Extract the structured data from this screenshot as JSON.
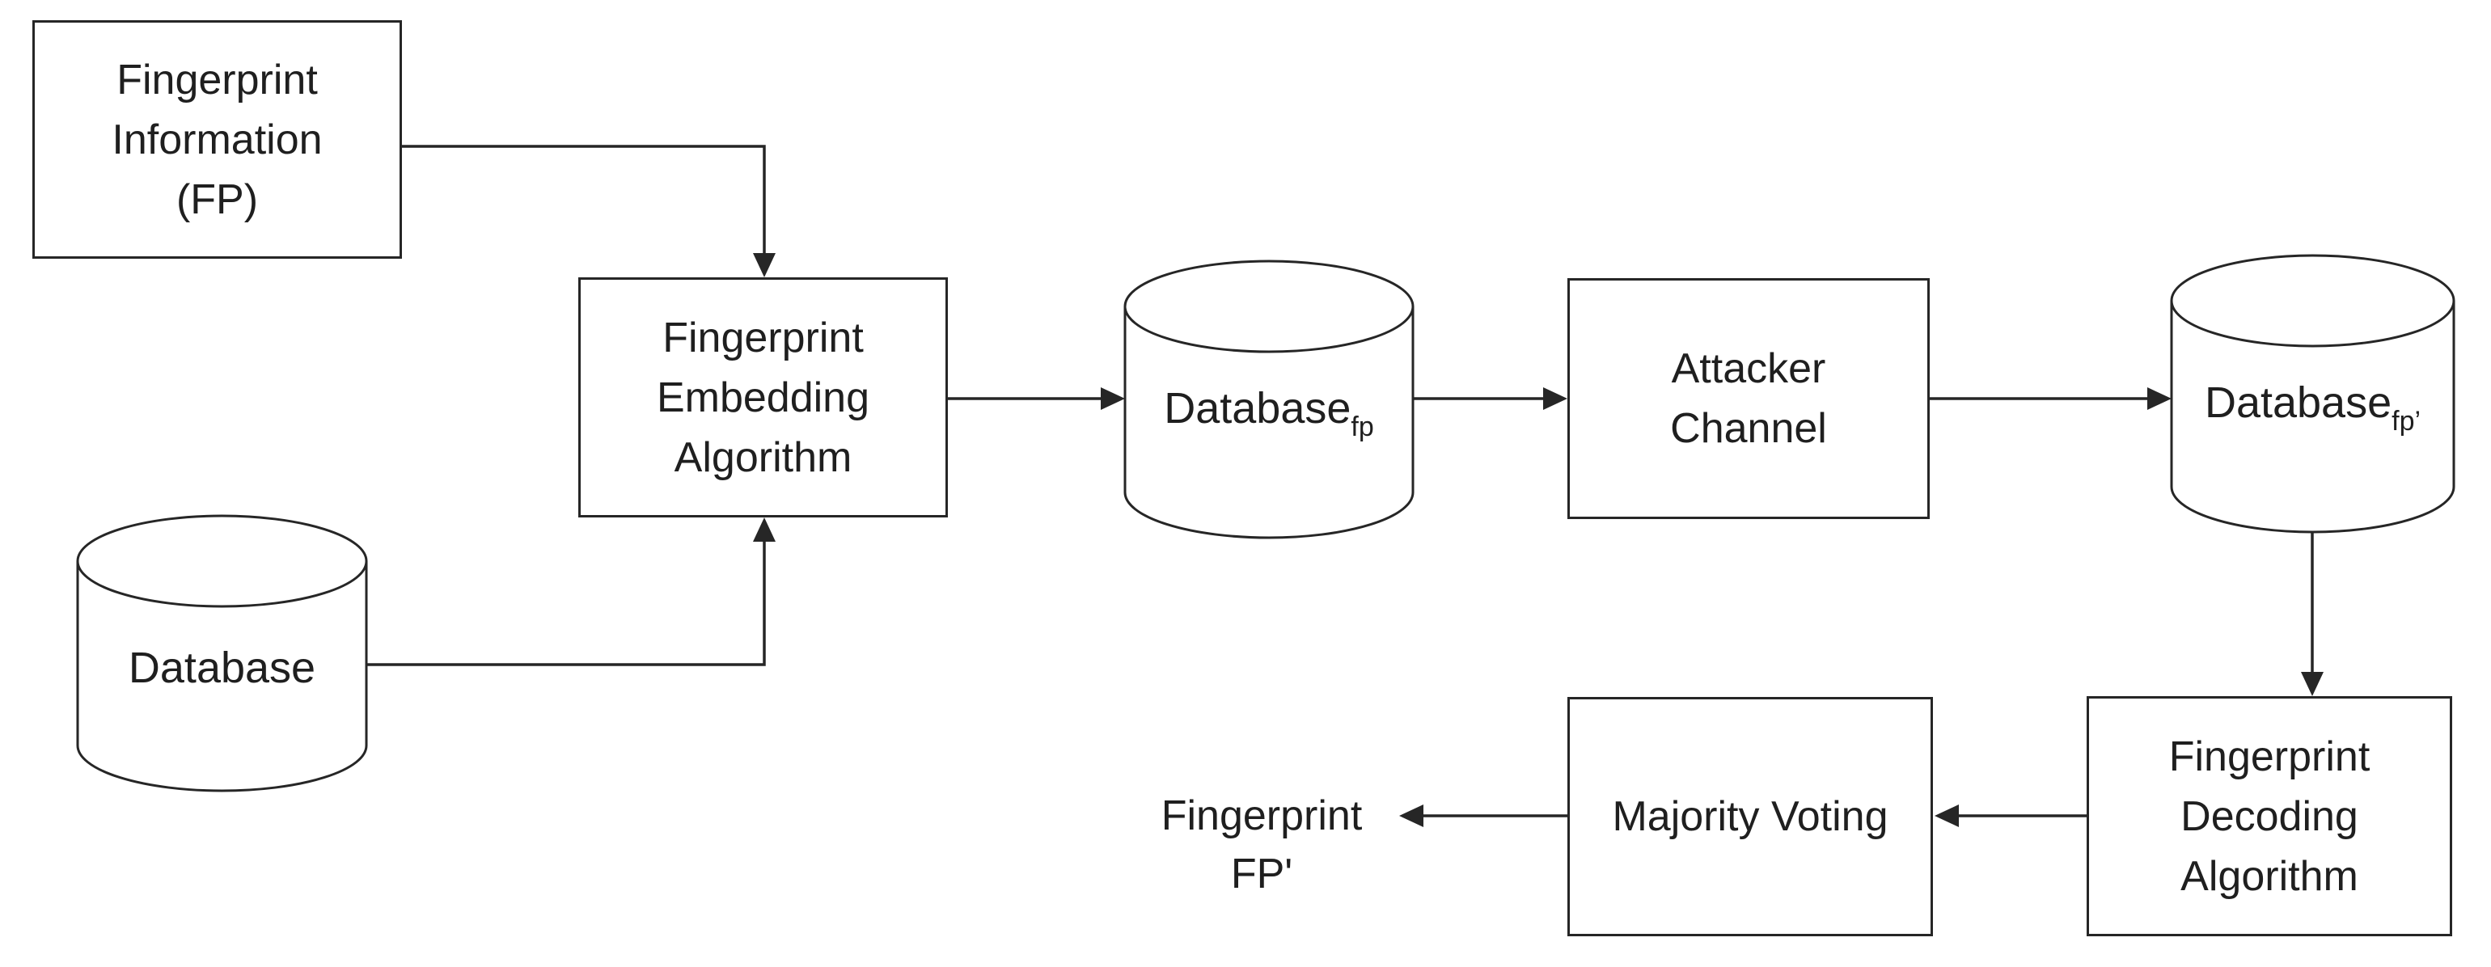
{
  "page": {
    "background_color": "#ffffff",
    "stroke_color": "#262626",
    "text_color": "#1f1f1f"
  },
  "nodes": {
    "fp_info": {
      "lines": [
        "Fingerprint",
        "Information",
        "(FP)"
      ]
    },
    "database": {
      "label": "Database"
    },
    "embedding": {
      "lines": [
        "Fingerprint",
        "Embedding",
        "Algorithm"
      ]
    },
    "database_fp": {
      "label": "Database",
      "subscript": "fp"
    },
    "attacker": {
      "lines": [
        "Attacker",
        "Channel"
      ]
    },
    "database_fp_prime": {
      "label": "Database",
      "subscript": "fp’"
    },
    "decoding": {
      "lines": [
        "Fingerprint",
        "Decoding",
        "Algorithm"
      ]
    },
    "majority": {
      "label": "Majority Voting"
    },
    "output": {
      "lines": [
        "Fingerprint",
        "FP'"
      ]
    }
  }
}
